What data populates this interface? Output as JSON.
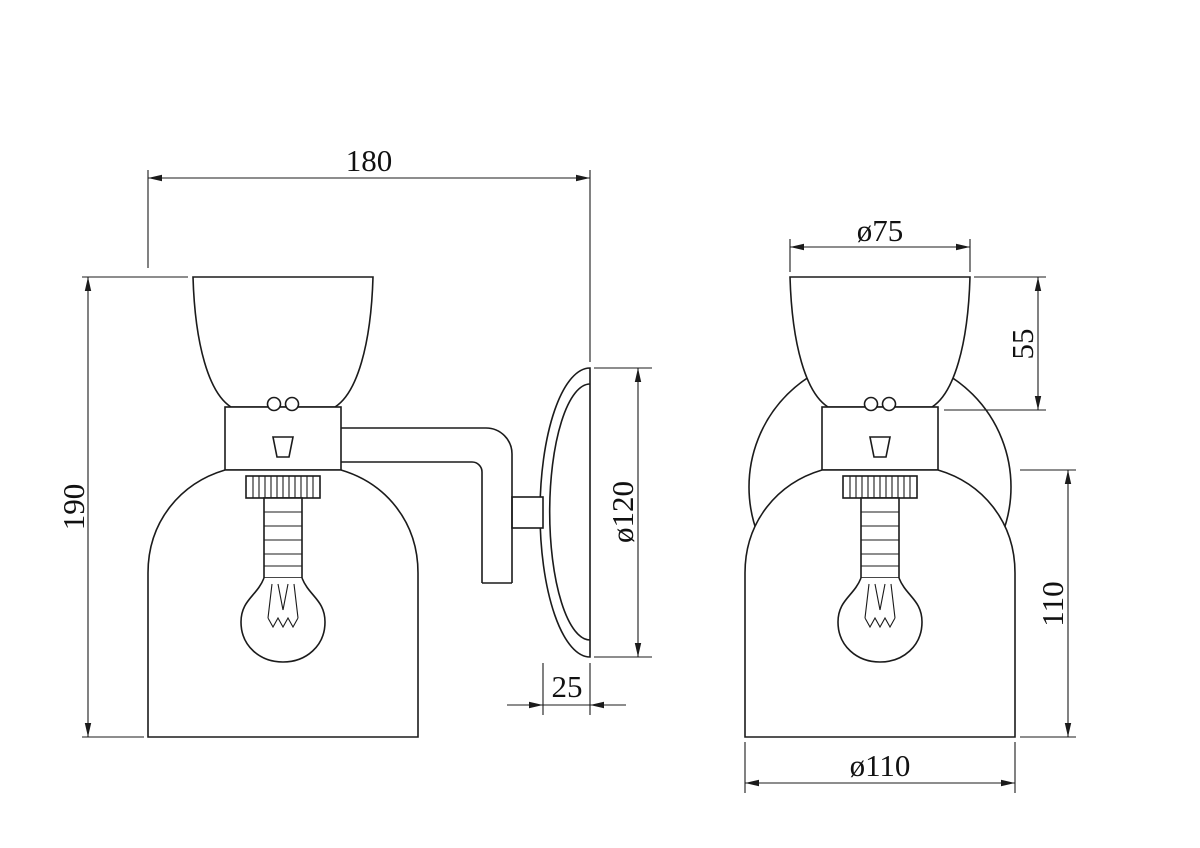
{
  "drawing": {
    "line_color": "#1b1b1b",
    "background": "#ffffff",
    "side_view": {
      "depth": "180",
      "height": "190",
      "backplate_diameter": "ø120",
      "backplate_thickness": "25"
    },
    "front_view": {
      "top_shade_diameter": "ø75",
      "top_shade_height": "55",
      "bottom_shade_height": "110",
      "bottom_shade_diameter": "ø110"
    }
  }
}
